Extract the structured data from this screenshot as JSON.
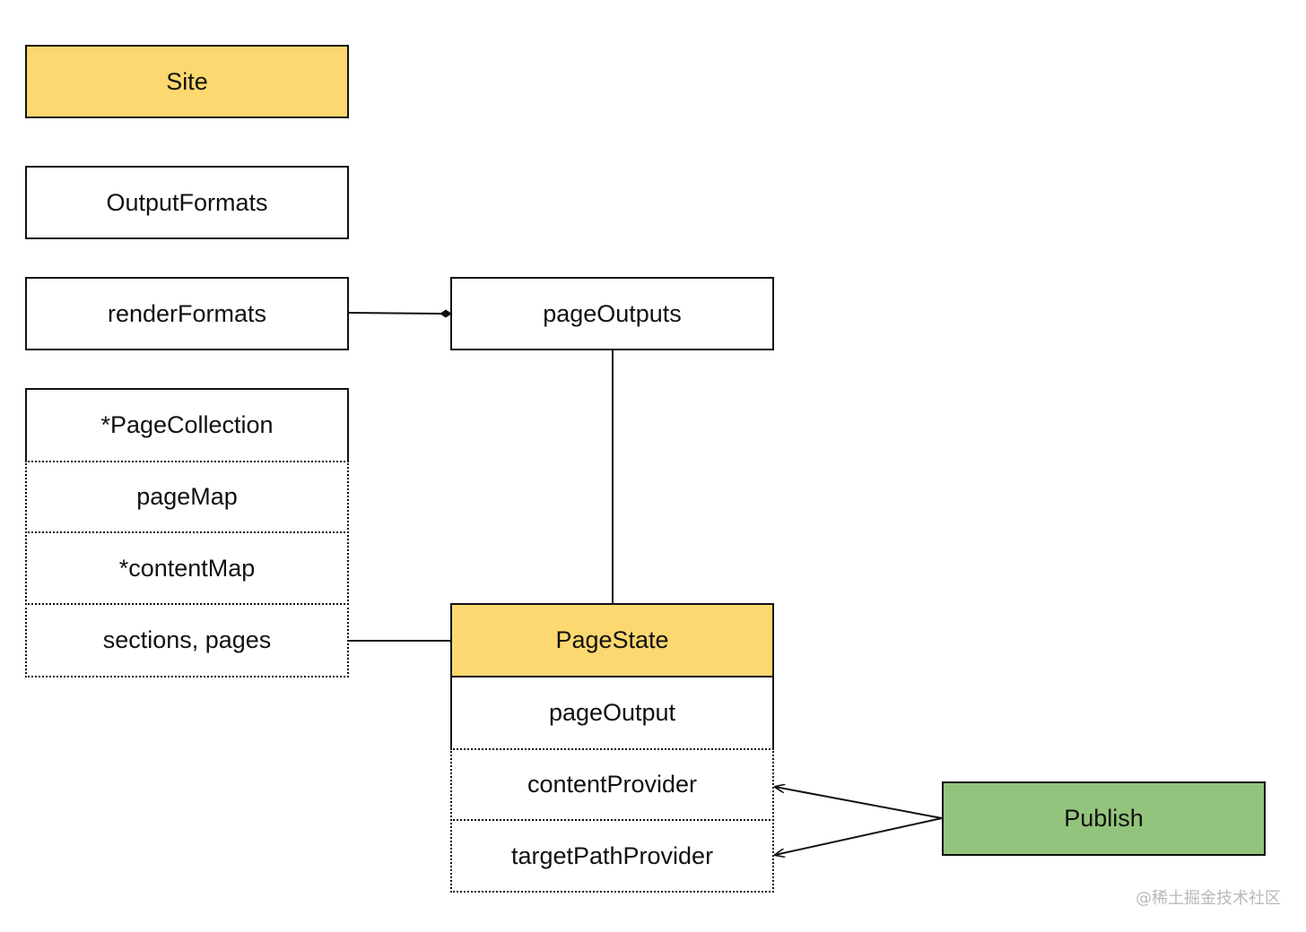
{
  "nodes": {
    "site": "Site",
    "output_formats": "OutputFormats",
    "render_formats": "renderFormats",
    "page_collection": "*PageCollection",
    "page_map": "pageMap",
    "content_map": "*contentMap",
    "sections_pages": "sections, pages",
    "page_outputs": "pageOutputs",
    "page_state": "PageState",
    "page_output": "pageOutput",
    "content_provider": "contentProvider",
    "target_path_provider": "targetPathProvider",
    "publish": "Publish"
  },
  "colors": {
    "highlight_yellow": "#fdd870",
    "publish_green": "#93c47d",
    "stroke": "#111111"
  },
  "watermark": "@稀土掘金技术社区"
}
